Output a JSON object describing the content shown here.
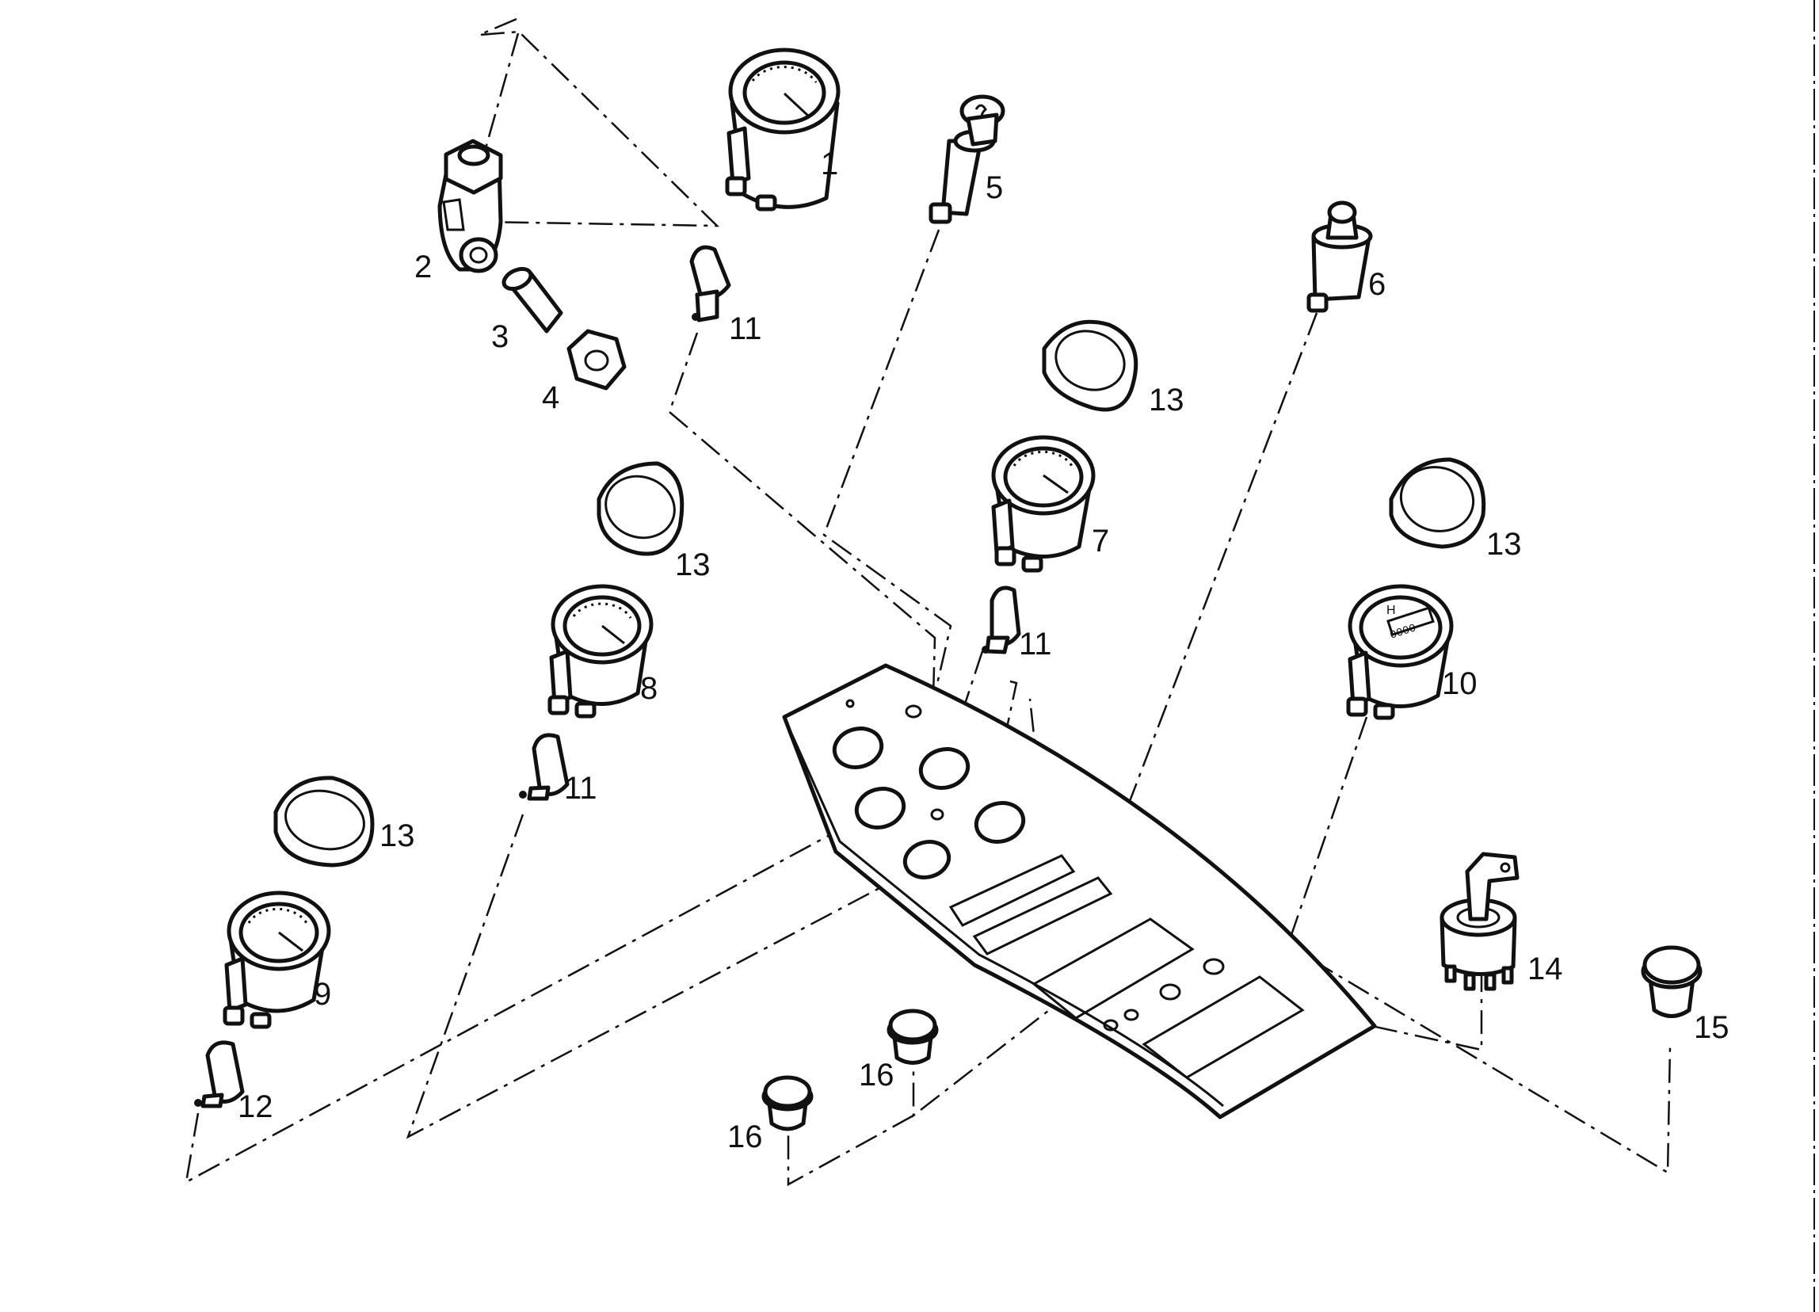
{
  "parts": [
    {
      "id": "p1",
      "label": "1",
      "kind": "gauge-large"
    },
    {
      "id": "p2",
      "label": "2",
      "kind": "elbow-fitting"
    },
    {
      "id": "p3",
      "label": "3",
      "kind": "sleeve"
    },
    {
      "id": "p4",
      "label": "4",
      "kind": "hex-nut"
    },
    {
      "id": "p5",
      "label": "5",
      "kind": "push-switch"
    },
    {
      "id": "p6",
      "label": "6",
      "kind": "push-button"
    },
    {
      "id": "p7",
      "label": "7",
      "kind": "gauge"
    },
    {
      "id": "p8",
      "label": "8",
      "kind": "gauge"
    },
    {
      "id": "p9",
      "label": "9",
      "kind": "gauge"
    },
    {
      "id": "p10",
      "label": "10",
      "kind": "hour-meter"
    },
    {
      "id": "p11a",
      "label": "11",
      "kind": "bulb"
    },
    {
      "id": "p11b",
      "label": "11",
      "kind": "bulb"
    },
    {
      "id": "p11c",
      "label": "11",
      "kind": "bulb"
    },
    {
      "id": "p12",
      "label": "12",
      "kind": "bulb"
    },
    {
      "id": "p13a",
      "label": "13",
      "kind": "bezel-ring"
    },
    {
      "id": "p13b",
      "label": "13",
      "kind": "bezel-ring"
    },
    {
      "id": "p13c",
      "label": "13",
      "kind": "bezel-ring"
    },
    {
      "id": "p13d",
      "label": "13",
      "kind": "bezel-ring"
    },
    {
      "id": "p14",
      "label": "14",
      "kind": "ignition-key-switch"
    },
    {
      "id": "p15",
      "label": "15",
      "kind": "blanking-plug"
    },
    {
      "id": "p16a",
      "label": "16",
      "kind": "blanking-plug"
    },
    {
      "id": "p16b",
      "label": "16",
      "kind": "blanking-plug"
    }
  ],
  "colors": {
    "ink": "#111111",
    "paper": "#ffffff"
  },
  "hourmeter_face": {
    "letter": "H",
    "digits": "0000"
  }
}
